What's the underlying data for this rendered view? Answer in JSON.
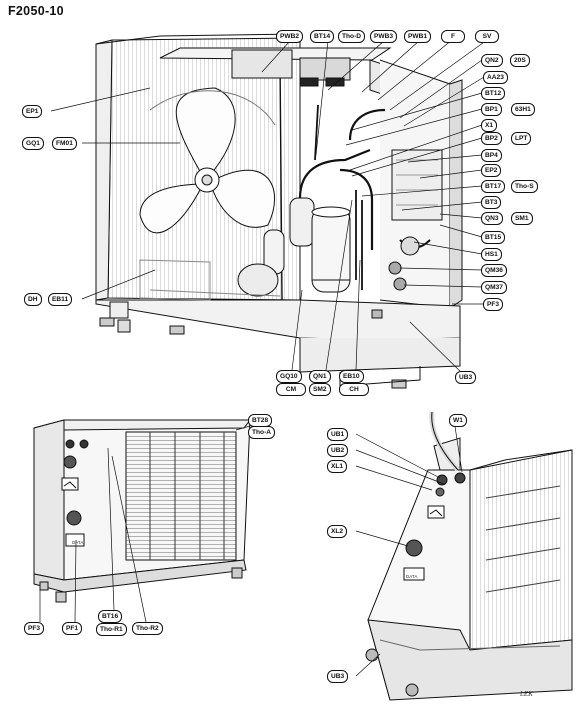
{
  "title": "F2050-10",
  "labels": {
    "EP1": "EP1",
    "GQ1": "GQ1",
    "FM01": "FM01",
    "DH": "DH",
    "EB11": "EB11",
    "PWB2": "PWB2",
    "BT14": "BT14",
    "Tho_D": "Tho-D",
    "PWB3": "PWB3",
    "PWB1": "PWB1",
    "F": "F",
    "SV": "SV",
    "QN2": "QN2",
    "20S": "20S",
    "AA23": "AA23",
    "BT12": "BT12",
    "BP1": "BP1",
    "63H1": "63H1",
    "X1": "X1",
    "BP2": "BP2",
    "LPT": "LPT",
    "BP4": "BP4",
    "EP2": "EP2",
    "BT17": "BT17",
    "Tho_S": "Tho-S",
    "BT3": "BT3",
    "QN3": "QN3",
    "SM1": "SM1",
    "BT15": "BT15",
    "HS1": "HS1",
    "QM36": "QM36",
    "QM37": "QM37",
    "PF3": "PF3",
    "UB3": "UB3",
    "GQ10": "GQ10",
    "CM": "CM",
    "QN1": "QN1",
    "SM2": "SM2",
    "EB10": "EB10",
    "CH": "CH",
    "BT28": "BT28",
    "Tho_A": "Tho-A",
    "PF1": "PF1",
    "BT16": "BT16",
    "Tho_R1": "Tho-R1",
    "Tho_R2": "Tho-R2",
    "W1": "W1",
    "UB1": "UB1",
    "UB2": "UB2",
    "XL1": "XL1",
    "XL2": "XL2"
  },
  "badge_text": "DATA",
  "brand_text": "LEK",
  "colors": {
    "line": "#111111",
    "shade": "#dcdcdc",
    "light": "#f4f4f4",
    "mid": "#bdbdbd"
  }
}
